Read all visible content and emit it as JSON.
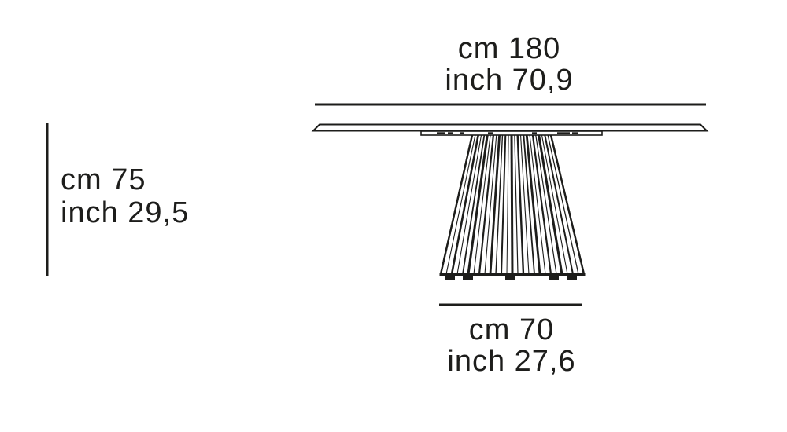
{
  "labels": {
    "width": {
      "cm": "cm 180",
      "inch": "inch 70,9"
    },
    "height": {
      "cm": "cm 75",
      "inch": "inch 29,5"
    },
    "base": {
      "cm": "cm 70",
      "inch": "inch 27,6"
    }
  },
  "colors": {
    "line": "#1d1d1b",
    "background": "#ffffff"
  }
}
